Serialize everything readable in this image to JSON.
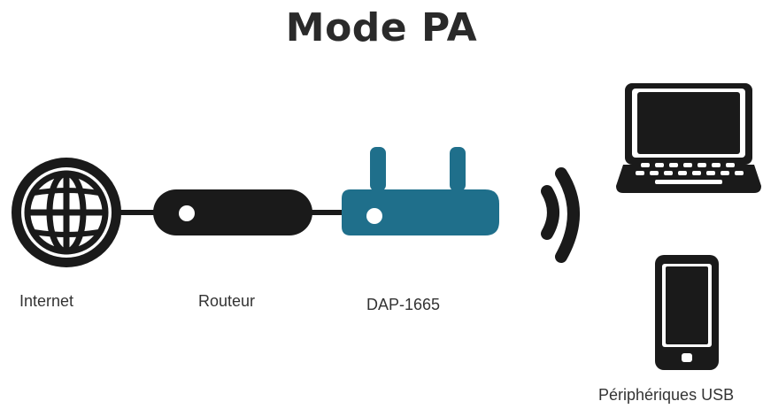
{
  "title": "Mode PA",
  "nodes": {
    "internet": {
      "label": "Internet",
      "icon": "globe-icon"
    },
    "router": {
      "label": "Routeur",
      "icon": "router-icon"
    },
    "access_point": {
      "label": "DAP-1665",
      "icon": "access-point-icon"
    },
    "clients": {
      "label": "Périphériques USB",
      "icons": [
        "laptop-icon",
        "smartphone-icon"
      ]
    }
  },
  "colors": {
    "device_dark": "#1a1a1a",
    "access_point": "#1f6f8b",
    "link": "#1a1a1a",
    "text": "#333333"
  }
}
